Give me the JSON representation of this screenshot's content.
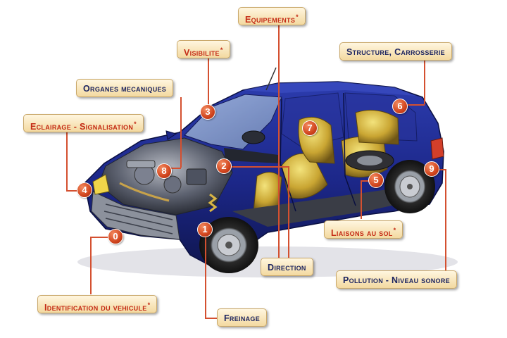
{
  "labels": {
    "equipements": "Equipements",
    "structure": "Structure, Carrosserie",
    "visibilite": "Visibilite",
    "organes": "Organes mecaniques",
    "eclairage": "Eclairage - Signalisation",
    "liaisons": "Liaisons au sol",
    "direction": "Direction",
    "pollution": "Pollution - Niveau sonore",
    "identification": "Identification du vehicule",
    "freinage": "Freinage"
  },
  "asterisk": "*",
  "badges": [
    "0",
    "1",
    "2",
    "3",
    "4",
    "5",
    "6",
    "7",
    "8",
    "9"
  ],
  "colors": {
    "car_body": "#1e2a8c",
    "label_red_text": "#c42a15",
    "label_navy_text": "#1d2560",
    "badge": "#d1451e",
    "leader_line": "#d45030"
  }
}
